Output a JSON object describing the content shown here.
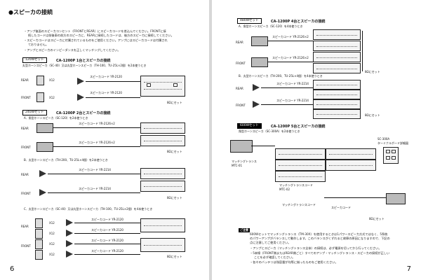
{
  "left": {
    "heading": "●スピーカの接続",
    "notes": [
      "・アンプ後面のスピーカコンセント（FRONTとREAR）にスピーカコードを差込んでください。FRONTに接",
      "続したコードは前後車の前方のスピーカに、REARに接続したコードは、後方のスピーカに接続してください。",
      "・スピーカコードはスピーカに付属されているものをご使用ください。アンプにはスピーカコードは付属され",
      "ておりません。",
      "・アンプとスピーカのインピーダンスを正しくマッチングしてください。"
    ],
    "s120": {
      "badge": "120Wセット",
      "title": "CA-1200P 1台とスピーカの接続",
      "sub": "丸型ホーンスピーカ（SC-40）又は丸型ホーンスピーカ（TH-100、TU-25L×2個）を2本使うとき",
      "rear": "REAR",
      "front": "FRONT",
      "x12a": "X12",
      "x12b": "X12",
      "cord1": "スピーカコード YR-2120",
      "cord2": "スピーカコード YR-2120",
      "set": "8Ωにセット"
    },
    "s240": {
      "badge": "240Wセット",
      "title": "CA-1200P 2台とスピーカの接続",
      "a": "A．角型ホーンスピーカ（SC-120）を2本使うとき",
      "cord1": "スピーカコード YR-2126×2",
      "cord2": "スピーカコード YR-2126×2",
      "rear": "REAR",
      "front": "FRONT",
      "set": "8Ωにセット",
      "b": "B．丸型ホーンスピーカ（TH-200、TU-25L×4個）を2本使うとき",
      "b_cord1": "スピーカコード YR-2214",
      "b_cord2": "スピーカコード YR-2214",
      "b_rear": "REAR",
      "b_front": "FRONT",
      "b_set": "8Ωにセット",
      "c": "C．丸型ホーンスピーカ（SC-40）又は丸型ホーンスピーカ（TH-100、TU-25L×2個）を4本使うとき",
      "c_rear": "REAR",
      "c_front": "FRONT",
      "c_x1": "X12",
      "c_x2": "X12",
      "c_x3": "X12",
      "c_x4": "X12",
      "c_cord1": "スピーカコード YR-2120",
      "c_cord2": "スピーカコード YR-2120",
      "c_cord3": "スピーカコード YR-2120",
      "c_cord4": "スピーカコード YR-2120",
      "c_set": "8Ωにセット"
    },
    "page_number": "6"
  },
  "right": {
    "s480": {
      "badge": "480Wセット",
      "title": "CA-1200P 4台とスピーカの接続",
      "a": "A．角型ホーンスピーカ（SC-120）を4本使うとき",
      "cord1": "スピーカコード YR-2126×2",
      "cord2": "スピーカコード YR-2126×2",
      "rear": "REAR",
      "front": "FRONT",
      "set": "8Ωにセット",
      "b": "B．丸型ホーンスピーカ（TH-200、TU-25L×4個）を4本使うとき",
      "b_cord1": "スピーカコード YR-2214",
      "b_cord2": "スピーカコード YR-2214",
      "b_rear": "REAR",
      "b_front": "FRONT",
      "b_set": "8Ωにセット"
    },
    "s600": {
      "badge": "600Wセット",
      "title": "CA-1200P 5台とスピーカの接続",
      "sub": "角型ホーンスピーカ（SC-300A）を2本使うとき",
      "matching1": "マッチングトランスコード",
      "matching2": "MTC-01",
      "matching3": "マッチングトランスコード",
      "matching4": "MTC-02",
      "trans": "マッチングトランス",
      "sc300": "SC-300A",
      "terminal": "ターミナルボード詳細図",
      "spk_cord": "スピーカコード",
      "set": "8Ωにセット"
    },
    "notice_badge": "ご注意",
    "notices": [
      "600Wセットでマッチングトランス（TM-30X）を使用するときは1パワースピーカ方式ではなく、5系統",
      "のパワーアンプがバランスして動作します。このバランスがくずれると故障の原因になりますので、下記の",
      "点に注意してご使用ください。",
      "・アンプとスピーカ（マッチングトランス全体）の接続は、必ず電源を切ってから行ってください。",
      "・5本線（FRONT側またはREAR側ごと）すべてのアンプ・マッチングトランス・スピーカの接続が正しい",
      "ことを必ず確認してください。",
      "・各々のバッテリは残容量が均等に揃ったものをご使用ください。"
    ],
    "page_number": "7"
  }
}
